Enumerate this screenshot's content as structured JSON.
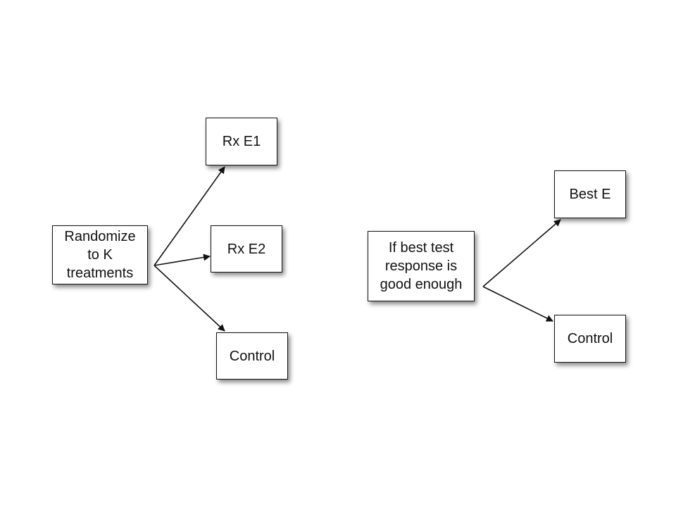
{
  "left_diagram": {
    "source": "Randomize\nto K\ntreatments",
    "targets": [
      "Rx E1",
      "Rx E2",
      "Control"
    ]
  },
  "right_diagram": {
    "source": "If best test\nresponse is\ngood enough",
    "targets": [
      "Best E",
      "Control"
    ]
  }
}
